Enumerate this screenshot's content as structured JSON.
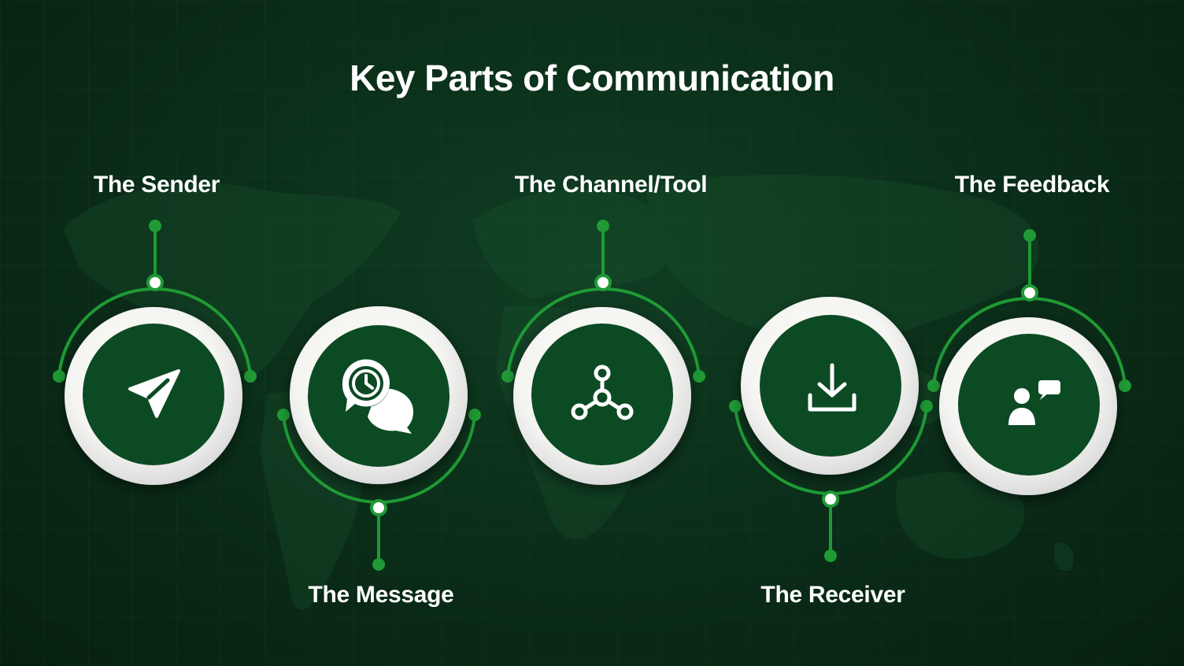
{
  "title": "Key Parts of Communication",
  "colors": {
    "background": "#0a2c18",
    "circle_fill": "#0c4a24",
    "accent_line": "#1f9a35",
    "ring": "#f4f4f4"
  },
  "steps": [
    {
      "label": "The Sender",
      "icon": "send-icon"
    },
    {
      "label": "The Message",
      "icon": "chat-clock-icon"
    },
    {
      "label": "The Channel/Tool",
      "icon": "network-hub-icon"
    },
    {
      "label": "The Receiver",
      "icon": "download-icon"
    },
    {
      "label": "The Feedback",
      "icon": "person-speech-icon"
    }
  ]
}
